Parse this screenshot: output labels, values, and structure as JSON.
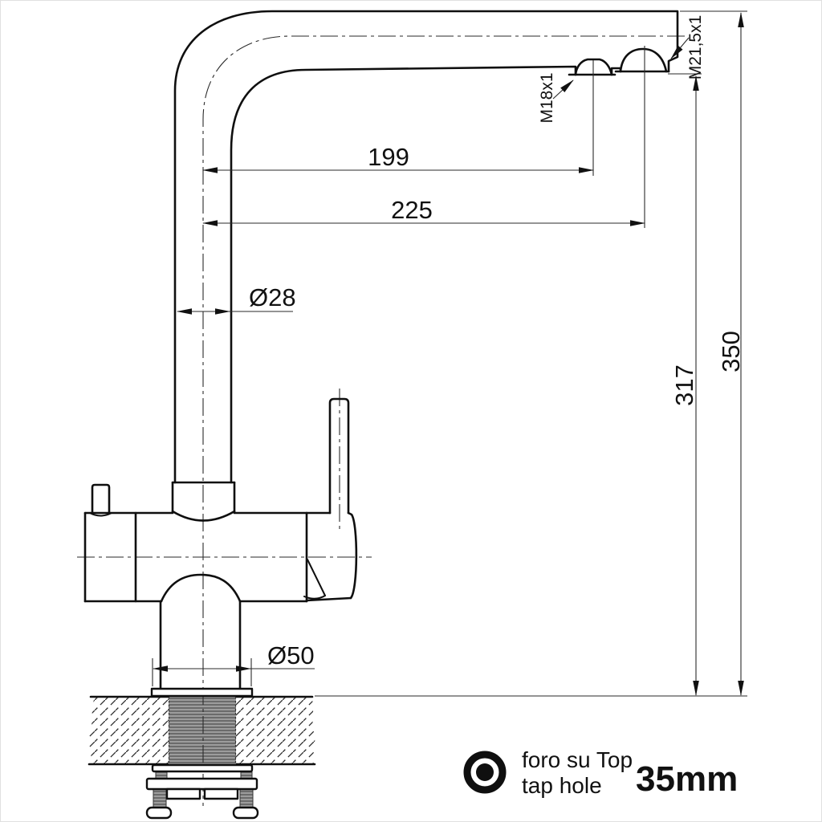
{
  "drawing": {
    "title": "kitchen-tap-installation-drawing",
    "dims": {
      "reach_aerator": "199",
      "reach_tip": "225",
      "pipe_dia": "Ø28",
      "base_dia": "Ø50",
      "height_aerator": "317",
      "height_total": "350"
    },
    "threads": {
      "aerator": "M18x1",
      "tip": "M21,5x1"
    },
    "legend": {
      "line1": "foro su Top",
      "line2": "tap hole",
      "value": "35mm",
      "icon": "tap-hole-icon"
    },
    "colors": {
      "line": "#0f0f0f",
      "thread_fill": "#9c9c9c",
      "background": "#ffffff"
    }
  }
}
